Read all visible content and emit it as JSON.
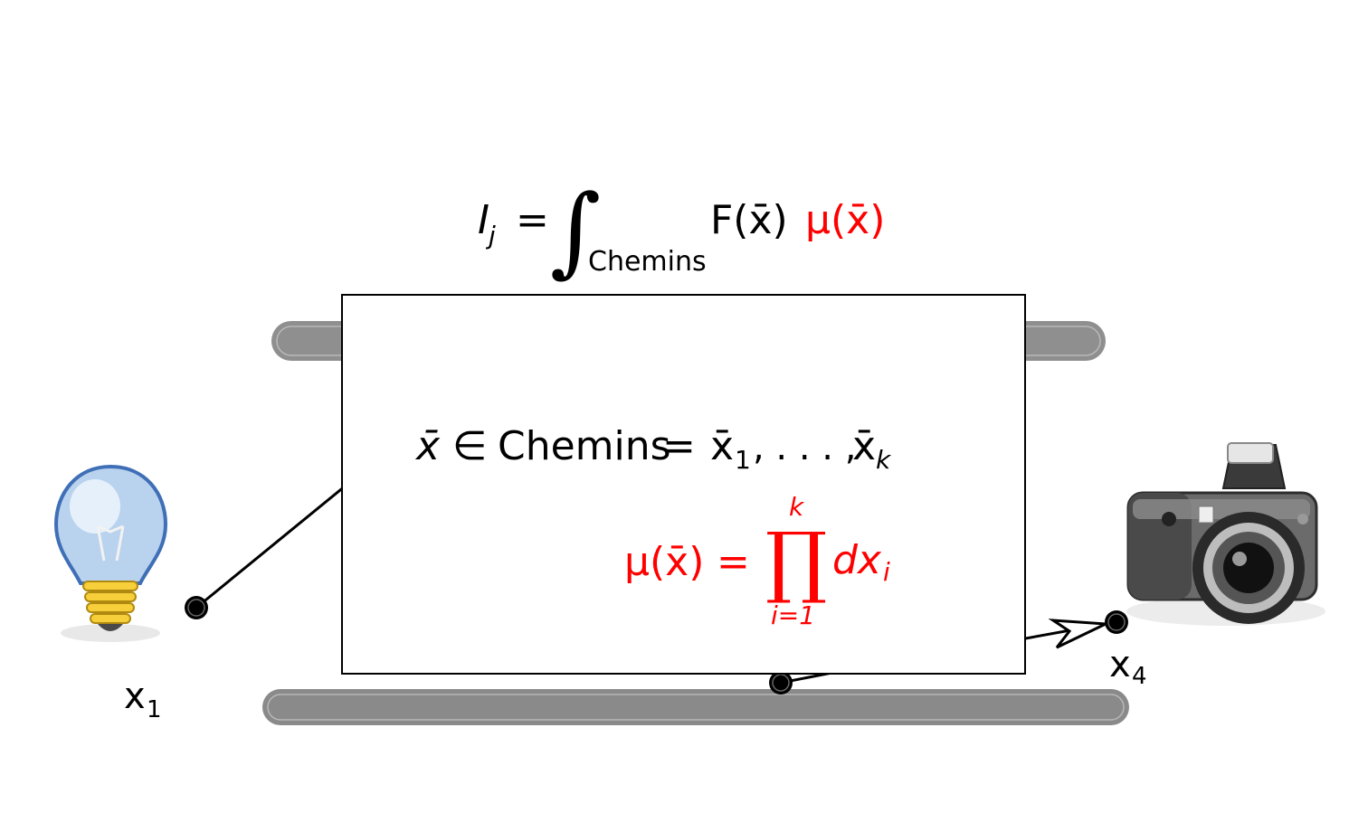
{
  "colors": {
    "background": "#ffffff",
    "accent_red": "#ff0000",
    "ink": "#000000",
    "rail": "#8a8a8a",
    "rail_top": "#8f8f8f"
  },
  "top_formula": {
    "lhs": "I",
    "lhs_sub": "j",
    "equals": "=",
    "integral": "∫",
    "domain": "Chemins",
    "integrand": "F(x̄)",
    "measure": "μ(x̄)"
  },
  "box": {
    "path_def": {
      "var": "x̄",
      "in": "∈",
      "set": "Chemins",
      "eq": "=",
      "first": "x̄",
      "first_sub": "1",
      "dots": ", . . . ,",
      "last": "x̄",
      "last_sub": "k",
      "sep1": ","
    },
    "measure_def": {
      "lhs": "μ(x̄)",
      "eq": "=",
      "prod": "∏",
      "upper": "k",
      "lower": "i=1",
      "term": "dx",
      "term_sub": "i"
    }
  },
  "labels": {
    "x1": "x",
    "x1_sub": "1",
    "x4": "x",
    "x4_sub": "4"
  },
  "icons": {
    "light": "light-bulb-icon",
    "camera": "camera-icon"
  }
}
